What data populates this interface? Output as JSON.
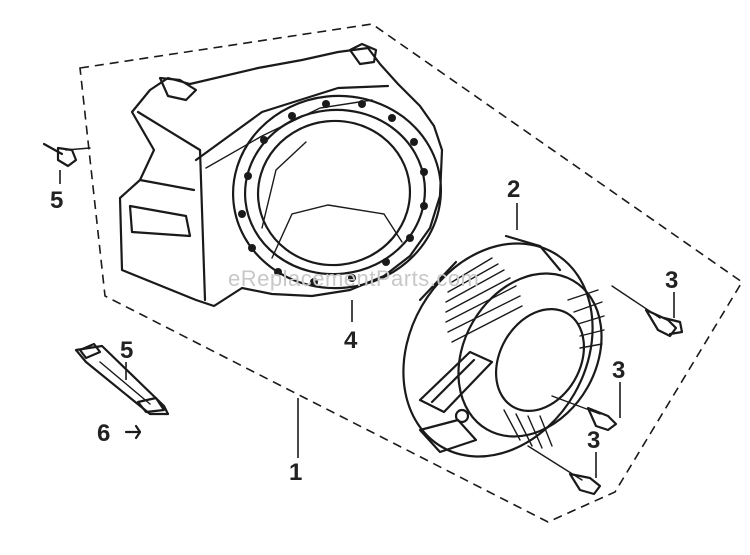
{
  "watermark": "eReplacementParts.com",
  "callouts": {
    "c1": "1",
    "c2": "2",
    "c3a": "3",
    "c3b": "3",
    "c3c": "3",
    "c4": "4",
    "c5a": "5",
    "c5b": "5",
    "c6": "6"
  },
  "colors": {
    "ink": "#1a1a1a",
    "watermark": "#c8c8c8",
    "background": "#ffffff"
  }
}
